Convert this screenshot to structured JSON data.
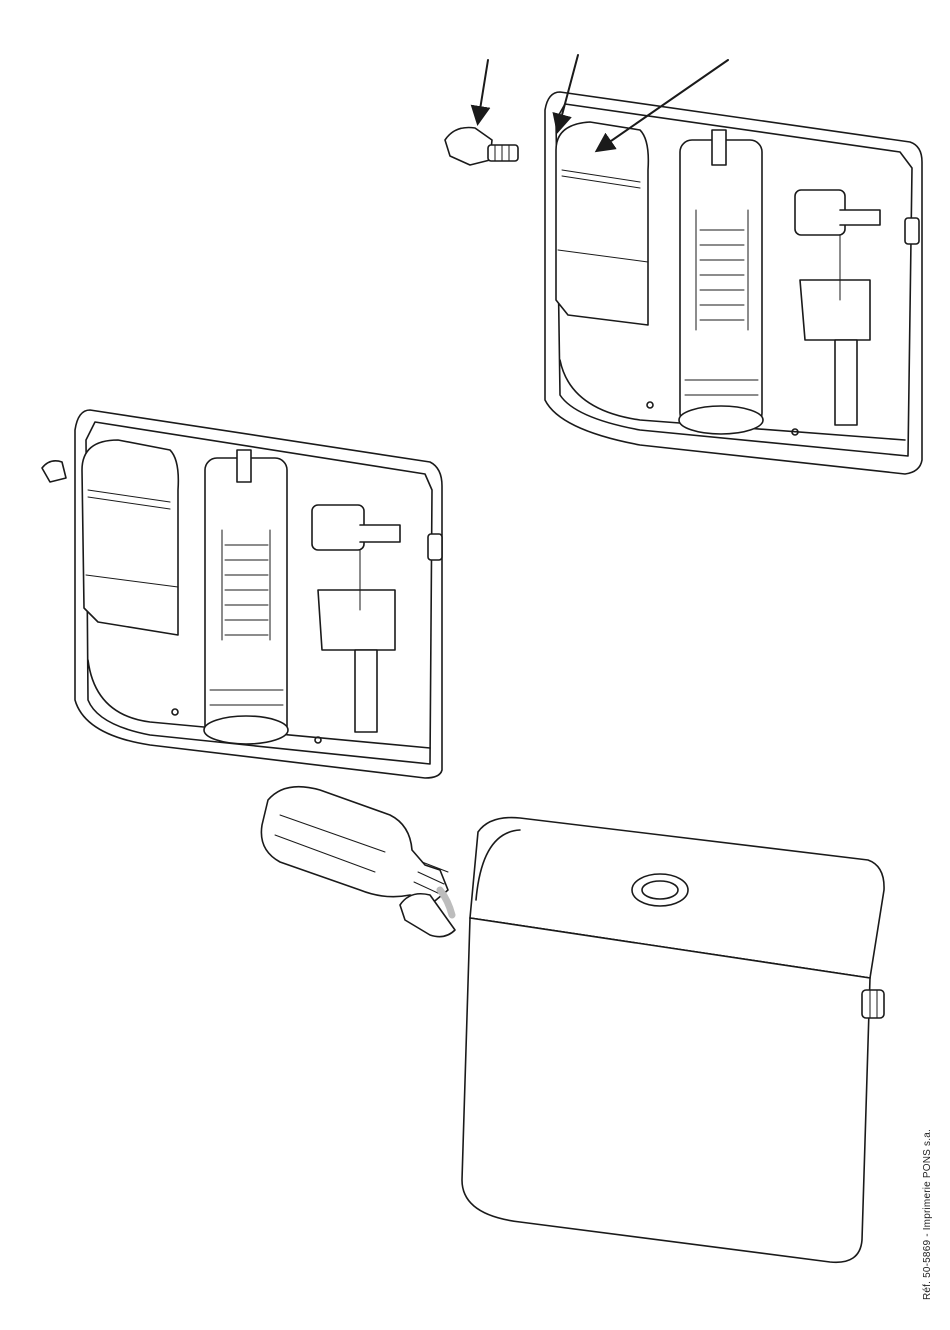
{
  "document": {
    "footer_reference": "Réf. 50-5869 - Imprimerie PONS s.a."
  },
  "colors": {
    "line": "#1a1a1a",
    "paper": "#ffffff",
    "liquid": "#bdbdbd"
  },
  "illustrations": [
    {
      "name": "exploded-cistern-illustration",
      "callout_arrows": 3
    },
    {
      "name": "open-cistern-illustration"
    },
    {
      "name": "closed-cistern-with-bottle-illustration"
    }
  ]
}
